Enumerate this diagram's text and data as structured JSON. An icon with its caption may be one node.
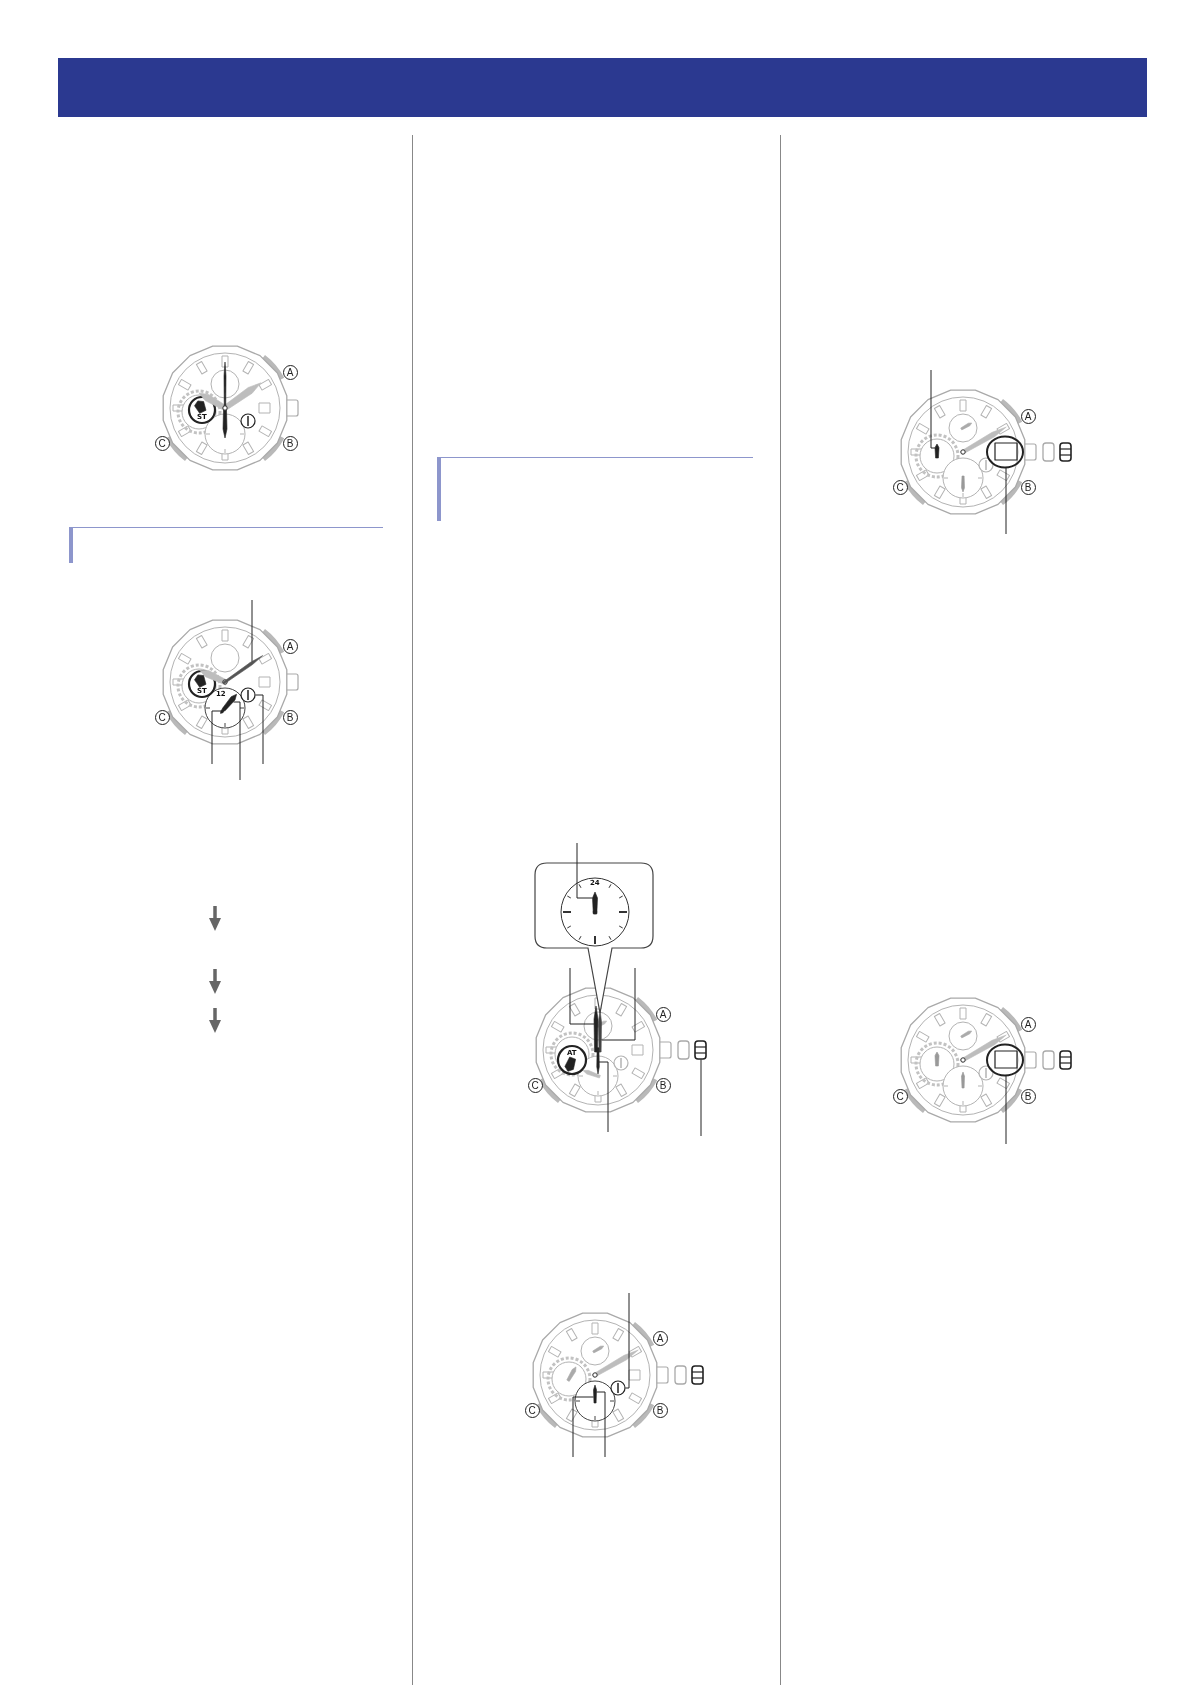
{
  "diagram": {
    "nodes": [
      {
        "text": [],
        "shape": "bar"
      },
      {
        "text": [],
        "shape": "picture"
      },
      {
        "text": [],
        "shape": "circle"
      },
      {
        "text": [],
        "shape": "picture"
      },
      {
        "text": [],
        "shape": "bar"
      },
      {
        "text": [],
        "shape": "picture"
      },
      {
        "text": [],
        "shape": "bar"
      },
      {
        "text": [],
        "shape": "bar"
      },
      {
        "text": [],
        "shape": "picture"
      },
      {
        "text": [],
        "shape": "bar"
      },
      {
        "text": [],
        "shape": "circle"
      },
      {
        "text": [],
        "shape": "bar"
      },
      {
        "text": [],
        "shape": "bar"
      },
      {
        "text": [],
        "shape": "circle"
      },
      {
        "text": [],
        "shape": "circle"
      }
    ],
    "edges": [
      {
        "from": null,
        "to": 1,
        "arrow": "none"
      },
      {
        "from": null,
        "to": 3,
        "arrow": "none"
      },
      {
        "from": null,
        "to": 3,
        "arrow": "none"
      },
      {
        "from": null,
        "to": 2,
        "arrow": "none"
      },
      {
        "from": null,
        "to": 5,
        "arrow": "none"
      },
      {
        "from": null,
        "to": 6,
        "arrow": "none"
      },
      {
        "from": null,
        "to": 7,
        "arrow": "none"
      },
      {
        "from": null,
        "to": 8,
        "arrow": "none"
      },
      {
        "from": null,
        "to": 9,
        "arrow": "none"
      },
      {
        "from": null,
        "to": 10,
        "arrow": "none"
      },
      {
        "from": null,
        "to": 11,
        "arrow": "none"
      },
      {
        "from": null,
        "to": 11,
        "arrow": "none"
      },
      {
        "from": null,
        "to": 12,
        "arrow": "none"
      },
      {
        "from": null,
        "to": 13,
        "arrow": "none"
      },
      {
        "from": null,
        "to": 14,
        "arrow": "none"
      }
    ],
    "labels": [
      "A",
      "ST",
      "C",
      "B",
      "A",
      "ST",
      "12",
      "C",
      "B",
      "24",
      "A",
      "AT",
      "C",
      "B",
      "A",
      "C",
      "B",
      "A",
      "C",
      "B",
      "A",
      "C",
      "B"
    ]
  }
}
